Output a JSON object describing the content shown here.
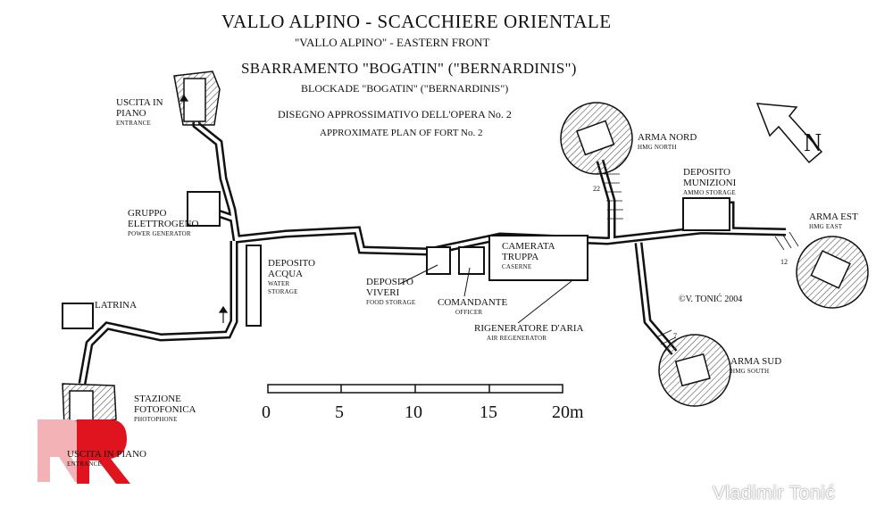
{
  "titles": {
    "main": "VALLO ALPINO - SCACCHIERE ORIENTALE",
    "main_en": "\"VALLO ALPINO\" - EASTERN FRONT",
    "blockade": "SBARRAMENTO \"BOGATIN\" (\"BERNARDINIS\")",
    "blockade_en": "BLOCKADE \"BOGATIN\" (\"BERNARDINIS\")",
    "plan": "DISEGNO APPROSSIMATIVO DELL'OPERA No. 2",
    "plan_en": "APPROXIMATE PLAN OF  FORT No. 2"
  },
  "labels": {
    "uscita_top": {
      "it": [
        "USCITA IN",
        "PIANO"
      ],
      "en": "ENTRANCE"
    },
    "gruppo": {
      "it": [
        "GRUPPO",
        "ELETTROGENO"
      ],
      "en": "POWER GENERATOR"
    },
    "deposito_acqua": {
      "it": [
        "DEPOSITO",
        "ACQUA"
      ],
      "en": [
        "WATER",
        "STORAGE"
      ]
    },
    "latrina": {
      "it": [
        "LATRINA"
      ]
    },
    "stazione": {
      "it": [
        "STAZIONE",
        "FOTOFONICA"
      ],
      "en": "PHOTOPHONE"
    },
    "uscita_bottom": {
      "it": [
        "USCITA IN PIANO"
      ],
      "en": "ENTRANCE"
    },
    "deposito_viveri": {
      "it": [
        "DEPOSITO",
        "VIVERI"
      ],
      "en": "FOOD STORAGE"
    },
    "comandante": {
      "it": [
        "COMANDANTE"
      ],
      "en": "OFFICER"
    },
    "camerata": {
      "it": [
        "CAMERATA",
        "TRUPPA"
      ],
      "en": "CASERNE"
    },
    "rigeneratore": {
      "it": [
        "RIGENERATORE D'ARIA"
      ],
      "en": "AIR REGENERATOR"
    },
    "arma_nord": {
      "it": [
        "ARMA NORD"
      ],
      "en": "HMG NORTH"
    },
    "deposito_munizioni": {
      "it": [
        "DEPOSITO",
        "MUNIZIONI"
      ],
      "en": "AMMO STORAGE"
    },
    "arma_est": {
      "it": [
        "ARMA EST"
      ],
      "en": "HMG EAST"
    },
    "arma_sud": {
      "it": [
        "ARMA SUD"
      ],
      "en": "HMG SOUTH"
    },
    "copyright": "©V. TONIĆ 2004"
  },
  "stair_numbers": [
    "22",
    "12",
    "7"
  ],
  "scale": {
    "ticks": [
      "0",
      "5",
      "10",
      "15",
      "20m"
    ]
  },
  "compass": {
    "letter": "N",
    "icon": "north-arrow-icon"
  },
  "watermark": {
    "credit": "Vladimir Tonić",
    "logo_text": "RR"
  },
  "colors": {
    "ink": "#111111",
    "hatch": "#555555",
    "logo_red": "#e0141e"
  }
}
